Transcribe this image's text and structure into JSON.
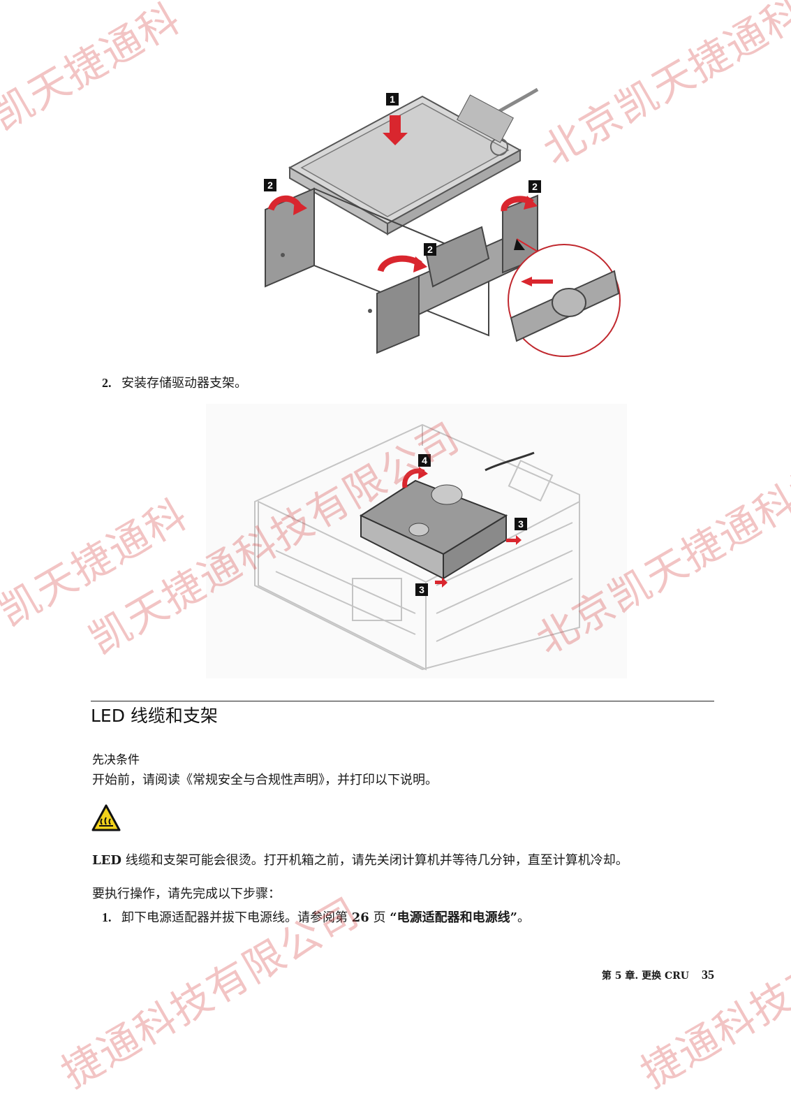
{
  "steps": {
    "step2_num": "2.",
    "step2_text": "安装存储驱动器支架。",
    "step1_num": "1.",
    "step1_prefix": "卸下电源适配器并拔下电源线。请参阅第 ",
    "step1_page": "26",
    "step1_mid": " 页 ",
    "step1_link": "“电源适配器和电源线”",
    "step1_suffix": "。"
  },
  "figure1_callouts": [
    "1",
    "2",
    "2",
    "2"
  ],
  "figure2_callouts": [
    "4",
    "3",
    "3"
  ],
  "section": {
    "title": "LED 线缆和支架",
    "prereq_heading": "先决条件",
    "prereq_text": "开始前，请阅读《常规安全与合规性声明》，并打印以下说明。",
    "warning_icon": "hot-surface-warning-icon",
    "warning_bold": "LED",
    "warning_text": " 线缆和支架可能会很烫。打开机箱之前，请先关闭计算机并等待几分钟，直至计算机冷却。",
    "todo_intro": "要执行操作，请先完成以下步骤："
  },
  "footer": {
    "chapter": "第 5 章. 更换 CRU",
    "page": "35"
  },
  "watermarks": {
    "top_left": "凯天捷通科",
    "top_right": "北京凯天捷通科",
    "mid_center": "凯天捷通科技有限公司",
    "mid_left": "凯天捷通科",
    "mid_right": "北京凯天捷通科技有限",
    "bottom_center": "捷通科技有限公司",
    "bottom_right": "捷通科技有限"
  },
  "colors": {
    "callout": "#111111",
    "arrow": "#d9262e",
    "watermark": "#d64646",
    "line": "#555555"
  }
}
